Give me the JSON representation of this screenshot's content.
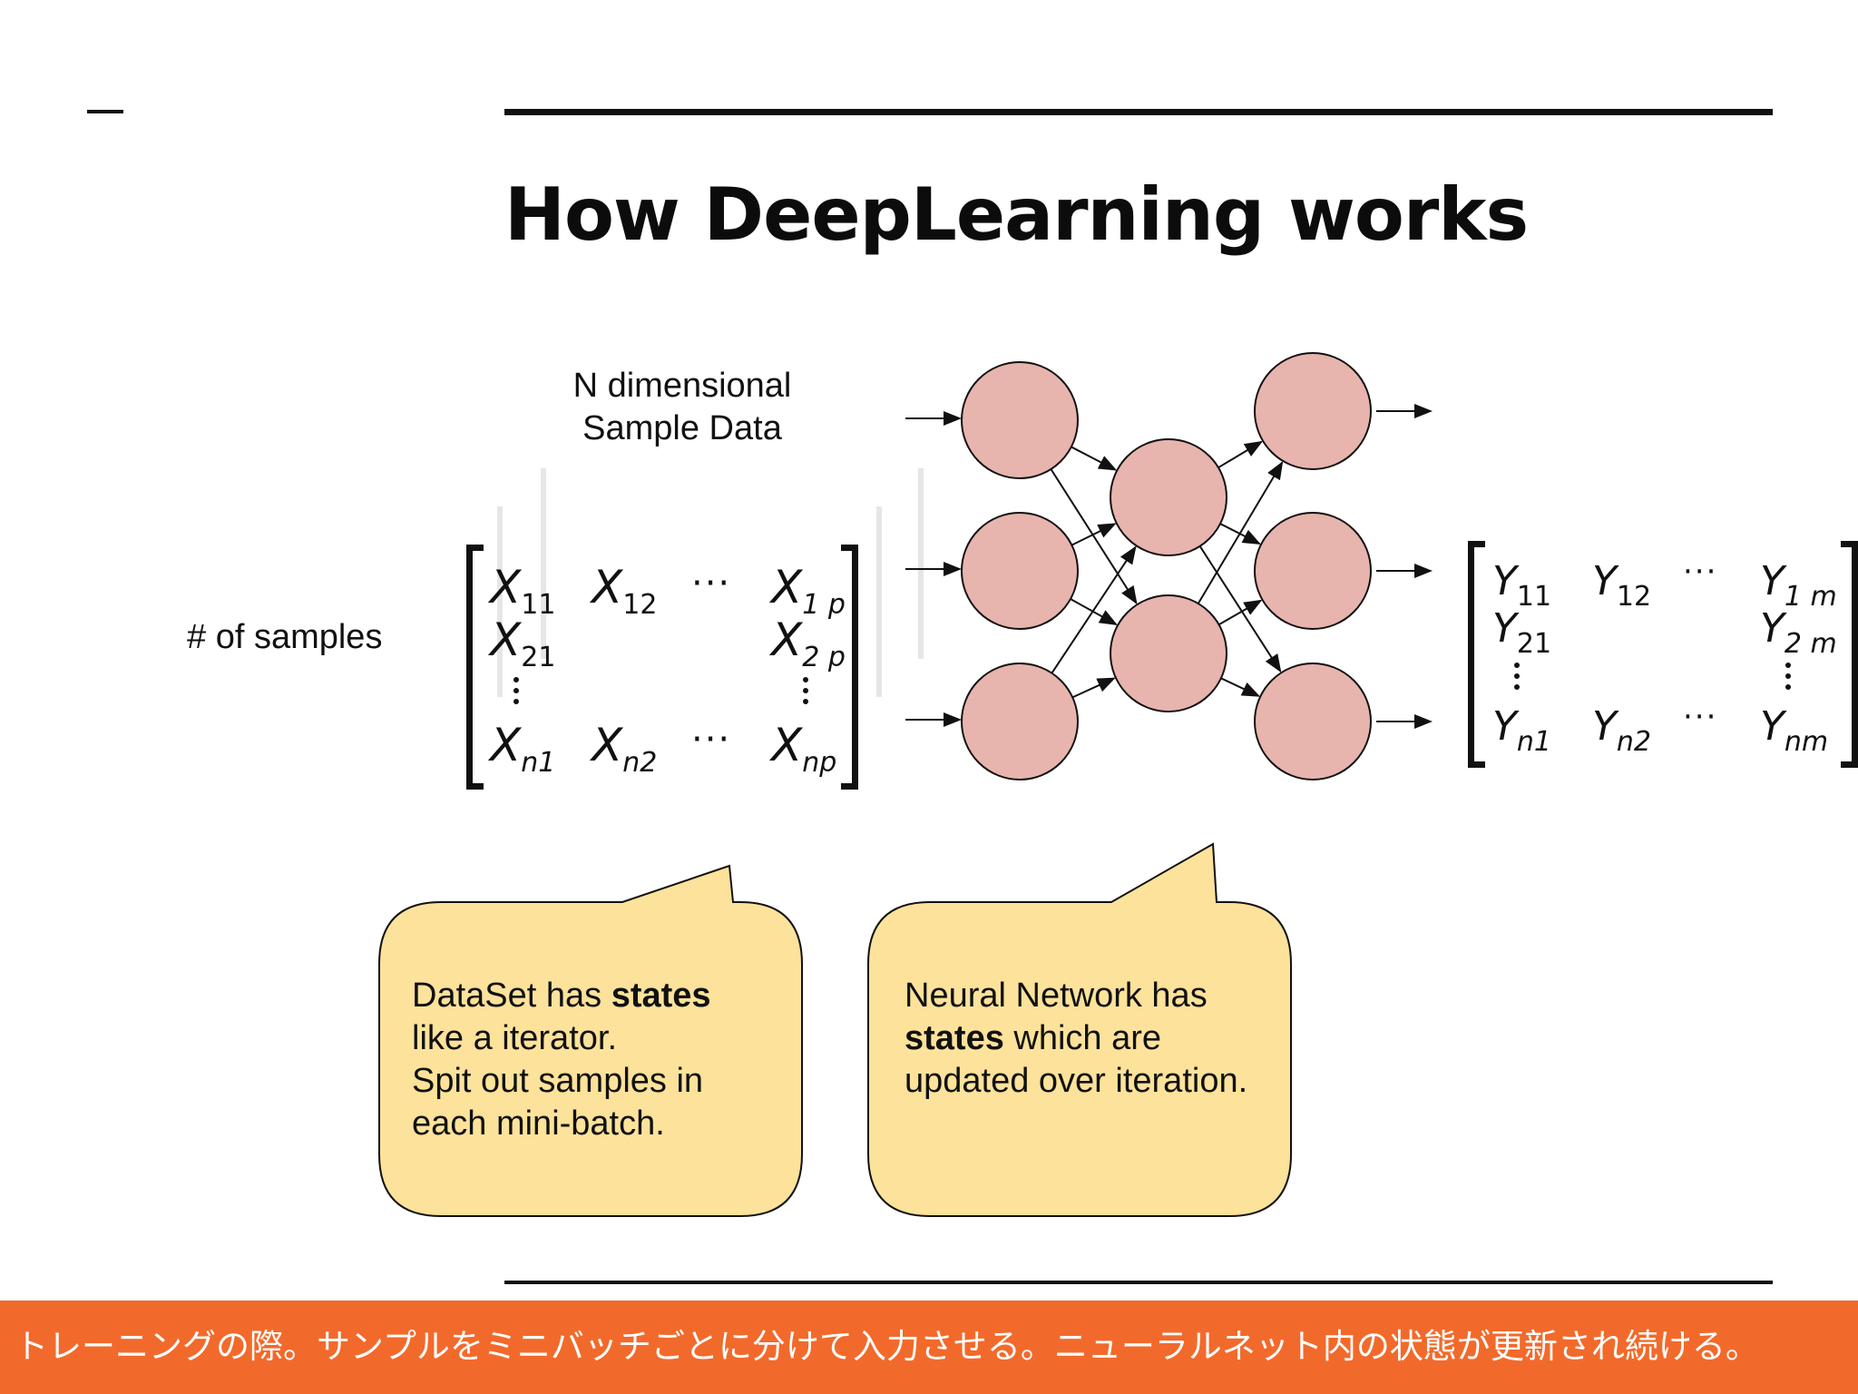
{
  "slide": {
    "title": "How DeepLearning works",
    "input_label_line1": "N dimensional",
    "input_label_line2": "Sample Data",
    "samples_label": "# of samples"
  },
  "x_matrix": {
    "row1": [
      {
        "base": "X",
        "sub": "11"
      },
      {
        "base": "X",
        "sub": "12"
      },
      {
        "base": "X",
        "sub": "1 p"
      }
    ],
    "row2": [
      {
        "base": "X",
        "sub": "21"
      },
      {
        "base": "X",
        "sub": "2 p"
      }
    ],
    "row3": [
      {
        "base": "X",
        "sub": "n1"
      },
      {
        "base": "X",
        "sub": "n2"
      },
      {
        "base": "X",
        "sub": "np"
      }
    ],
    "ellipsis": "···"
  },
  "y_matrix": {
    "row1": [
      {
        "base": "Y",
        "sub": "11"
      },
      {
        "base": "Y",
        "sub": "12"
      },
      {
        "base": "Y",
        "sub": "1 m"
      }
    ],
    "row2": [
      {
        "base": "Y",
        "sub": "21"
      },
      {
        "base": "Y",
        "sub": "2 m"
      }
    ],
    "row3": [
      {
        "base": "Y",
        "sub": "n1"
      },
      {
        "base": "Y",
        "sub": "n2"
      },
      {
        "base": "Y",
        "sub": "nm"
      }
    ],
    "ellipsis": "···"
  },
  "network": {
    "node_fill": "#e8b4ae",
    "layers": [
      3,
      2,
      3
    ]
  },
  "callouts": {
    "dataset": {
      "line1_prefix": "DataSet has ",
      "line1_bold": "states",
      "line2": "like a iterator.",
      "line3": "Spit out samples in",
      "line4": "each mini-batch.",
      "fill": "#fce29a"
    },
    "network": {
      "line1": "Neural Network has",
      "line2_bold": "states",
      "line2_suffix": " which are",
      "line3": "updated over iteration.",
      "fill": "#fce29a"
    }
  },
  "caption": {
    "text": "トレーニングの際。サンプルをミニバッチごとに分けて入力させる。ニューラルネット内の状態が更新され続ける。",
    "background": "#f26a2b"
  }
}
